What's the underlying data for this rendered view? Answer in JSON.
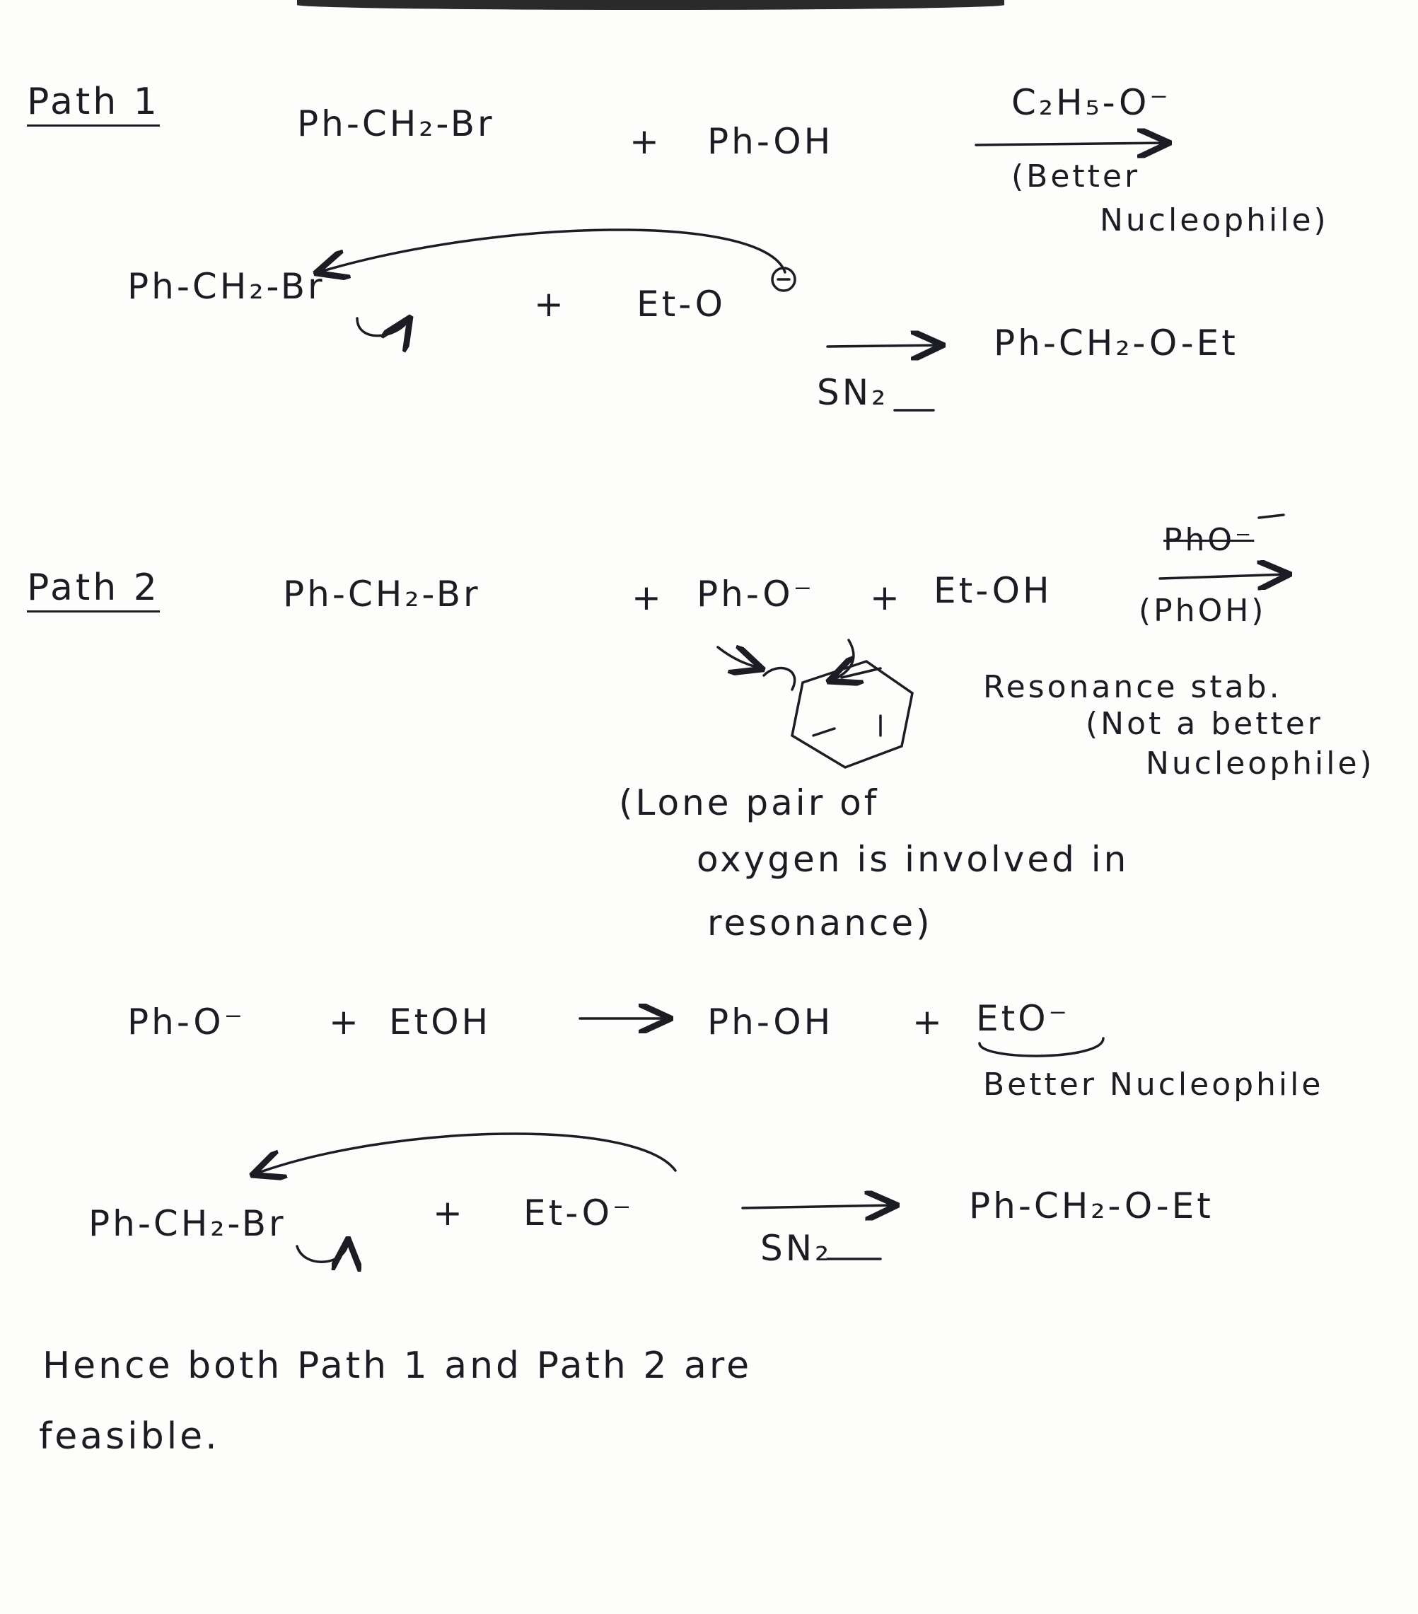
{
  "path1": {
    "label": "Path 1",
    "reactant1": "Ph-CH₂-Br",
    "plus": "+",
    "reactant2": "Ph-OH",
    "reagent": "C₂H₅-O⁻",
    "reagent_note1": "(Better",
    "reagent_note2": "Nucleophile)",
    "step_reactant1": "Ph-CH₂-Br",
    "step_reactant2": "Et-O",
    "step_condition": "SN₂",
    "product": "Ph-CH₂-O-Et"
  },
  "path2": {
    "label": "Path 2",
    "reactant1": "Ph-CH₂-Br",
    "plus1": "+",
    "reactant2": "Ph-O⁻",
    "plus2": "+",
    "reactant3": "Et-OH",
    "reagent_struck": "PhO⁻",
    "reagent_note": "(PhOH)",
    "resonance1": "Resonance stab.",
    "resonance2": "(Not a better",
    "resonance3": "Nucleophile)",
    "lonepair1": "(Lone pair of",
    "lonepair2": "oxygen is involved in",
    "lonepair3": "resonance)",
    "eq_lhs1": "Ph-O⁻",
    "eq_plus1": "+",
    "eq_lhs2": "EtOH",
    "eq_rhs1": "Ph-OH",
    "eq_plus2": "+",
    "eq_rhs2": "EtO⁻",
    "better_nucleophile": "Better Nucleophile",
    "step_reactant1": "Ph-CH₂-Br",
    "step_plus": "+",
    "step_reactant2": "Et-O⁻",
    "step_condition": "SN₂",
    "product": "Ph-CH₂-O-Et"
  },
  "conclusion": {
    "line1": "Hence both Path 1 and Path 2 are",
    "line2": "feasible."
  }
}
